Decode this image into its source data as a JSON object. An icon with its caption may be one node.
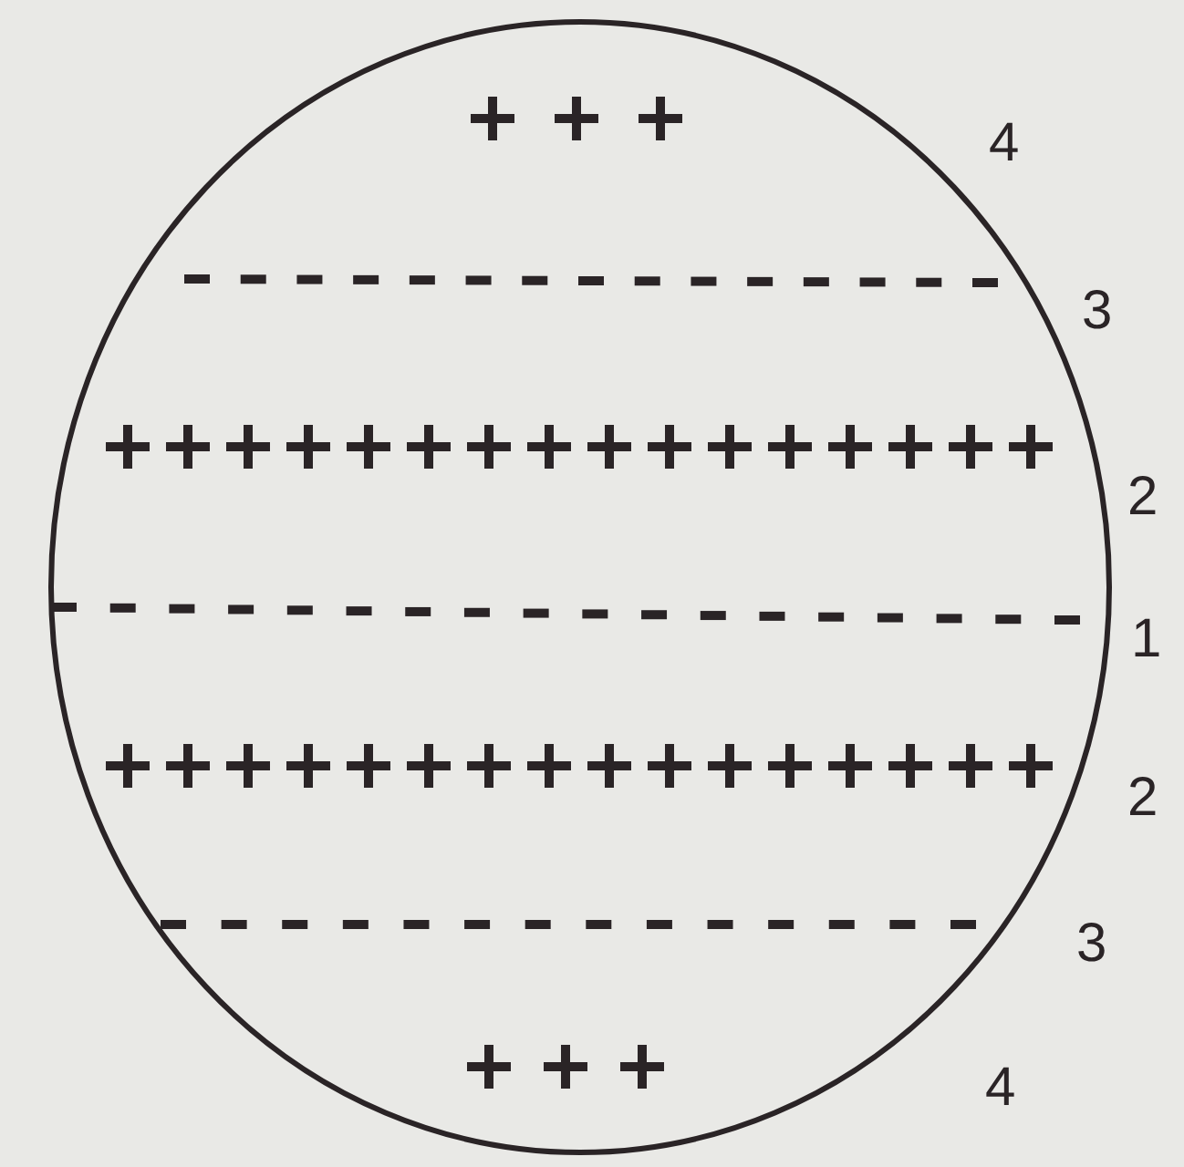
{
  "diagram": {
    "labels": [
      "4",
      "3",
      "2",
      "1",
      "2",
      "3",
      "4"
    ]
  }
}
